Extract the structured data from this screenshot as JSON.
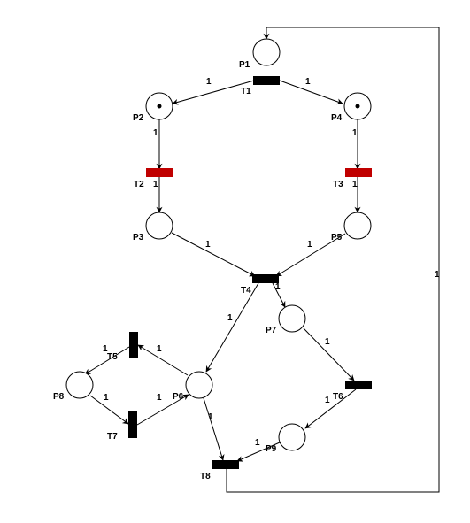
{
  "places": {
    "p1": "P1",
    "p2": "P2",
    "p3": "P3",
    "p4": "P4",
    "p5": "P5",
    "p6": "P6",
    "p7": "P7",
    "p8": "P8",
    "p9": "P9"
  },
  "transitions": {
    "t1": "T1",
    "t2": "T2",
    "t3": "T3",
    "t4": "T4",
    "t5": "T5",
    "t6": "T6",
    "t7": "T7",
    "t8": "T8"
  },
  "weights": {
    "t1_p2": "1",
    "t1_p4": "1",
    "p2_t2": "1",
    "t2_p3": "1",
    "p4_t3": "1",
    "t3_p5": "1",
    "p3_t4": "1",
    "p5_t4": "1",
    "t4_p6": "1",
    "t4_p7": "1",
    "p6_t5": "1",
    "t5_p8": "1",
    "p8_t7": "1",
    "t7_p6": "1",
    "p7_t6": "1",
    "t6_p9": "1",
    "p6_t8": "1",
    "p9_t8": "1",
    "t8_p1": "1"
  },
  "marking": {
    "p2": 1,
    "p4": 1
  },
  "colors": {
    "enabled_transition": "#c00000",
    "transition": "#000000"
  }
}
